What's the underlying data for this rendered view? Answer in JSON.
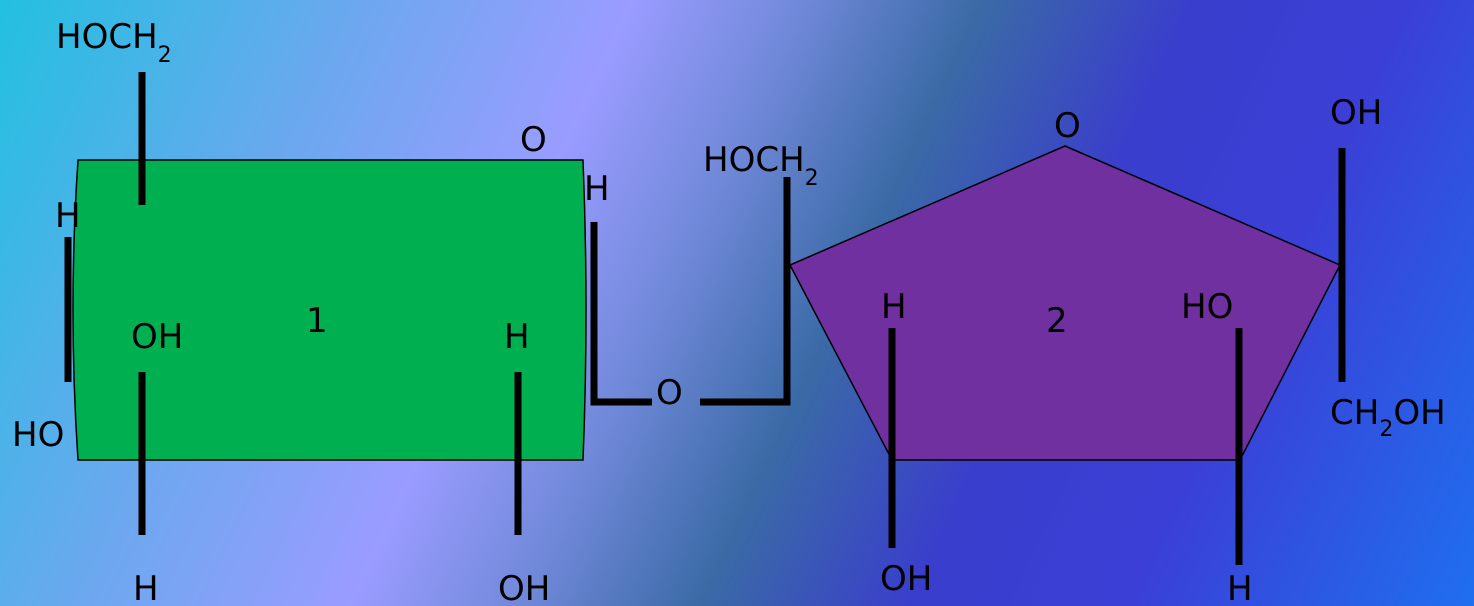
{
  "colors": {
    "ring1_fill": "#00b050",
    "ring2_fill": "#7030a0",
    "bond": "#000000"
  },
  "ring1": {
    "number": "1",
    "ring_oxygen": "O",
    "hoch2": {
      "main": "HOCH",
      "sub": "2"
    },
    "c4_top": "H",
    "c4_bottom": "HO",
    "c3_top": "OH",
    "c3_bottom": "H",
    "c2_top": "H",
    "c2_bottom": "OH",
    "c1_top": "H"
  },
  "linkage": {
    "oxygen": "O"
  },
  "ring2": {
    "number": "2",
    "ring_oxygen": "O",
    "hoch2": {
      "main": "HOCH",
      "sub": "2"
    },
    "c3_top": "H",
    "c3_bottom": "OH",
    "c4_top": "HO",
    "c4_bottom": "H",
    "c5_top": "OH",
    "c5_bottom": {
      "pre": "CH",
      "sub": "2",
      "post": "OH"
    }
  }
}
